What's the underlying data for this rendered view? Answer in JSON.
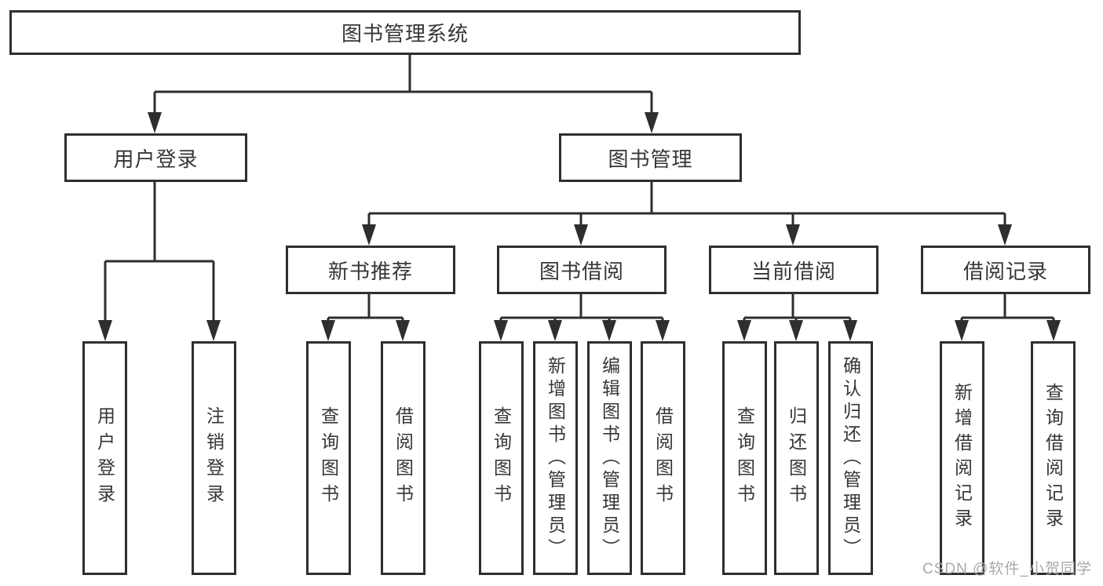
{
  "diagram": {
    "root": {
      "label": "图书管理系统"
    },
    "branches": [
      {
        "label": "用户登录"
      },
      {
        "label": "图书管理"
      }
    ],
    "groups": [
      {
        "label": "新书推荐",
        "parent": "图书管理"
      },
      {
        "label": "图书借阅",
        "parent": "图书管理"
      },
      {
        "label": "当前借阅",
        "parent": "图书管理"
      },
      {
        "label": "借阅记录",
        "parent": "图书管理"
      }
    ],
    "leaves": [
      {
        "label": "用户登录",
        "parent": "用户登录"
      },
      {
        "label": "注销登录",
        "parent": "用户登录"
      },
      {
        "label": "查询图书",
        "parent": "新书推荐"
      },
      {
        "label": "借阅图书",
        "parent": "新书推荐"
      },
      {
        "label": "查询图书",
        "parent": "图书借阅"
      },
      {
        "label": "新增图书（管理员）",
        "parent": "图书借阅"
      },
      {
        "label": "编辑图书（管理员）",
        "parent": "图书借阅"
      },
      {
        "label": "借阅图书",
        "parent": "图书借阅"
      },
      {
        "label": "查询图书",
        "parent": "当前借阅"
      },
      {
        "label": "归还图书",
        "parent": "当前借阅"
      },
      {
        "label": "确认归还（管理员）",
        "parent": "当前借阅"
      },
      {
        "label": "新增借阅记录",
        "parent": "借阅记录"
      },
      {
        "label": "查询借阅记录",
        "parent": "借阅记录"
      }
    ]
  },
  "watermark": {
    "text": "CSDN @软件_小贺同学"
  },
  "colors": {
    "line": "#2e2e2e",
    "box_border": "#2e2e2e",
    "box_fill": "#ffffff",
    "text": "#363636",
    "watermark": "#a9a9a9",
    "background": "#ffffff"
  }
}
